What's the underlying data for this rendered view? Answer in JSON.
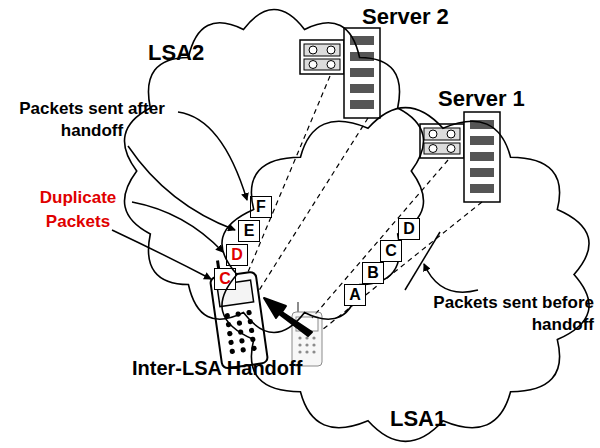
{
  "diagram": {
    "nodes": [
      {
        "text": [
          "LSA2"
        ]
      },
      {
        "text": [
          "F"
        ],
        "in": 0
      },
      {
        "text": [
          "E"
        ],
        "in": 0
      },
      {
        "text": [
          "D"
        ],
        "in": 0
      },
      {
        "text": [
          "C"
        ],
        "in": 0
      },
      {
        "text": [
          "LSA1"
        ]
      },
      {
        "text": [
          "D"
        ],
        "in": 5
      },
      {
        "text": [
          "C"
        ],
        "in": 5
      },
      {
        "text": [
          "B"
        ],
        "in": 5
      },
      {
        "text": [
          "A"
        ],
        "in": 5
      }
    ],
    "labels": [
      "Server 2",
      "Server 1",
      "Packets sent after handoff",
      "Duplicate Packets",
      "Inter-LSA Handoff",
      "Packets sent before handoff"
    ]
  }
}
